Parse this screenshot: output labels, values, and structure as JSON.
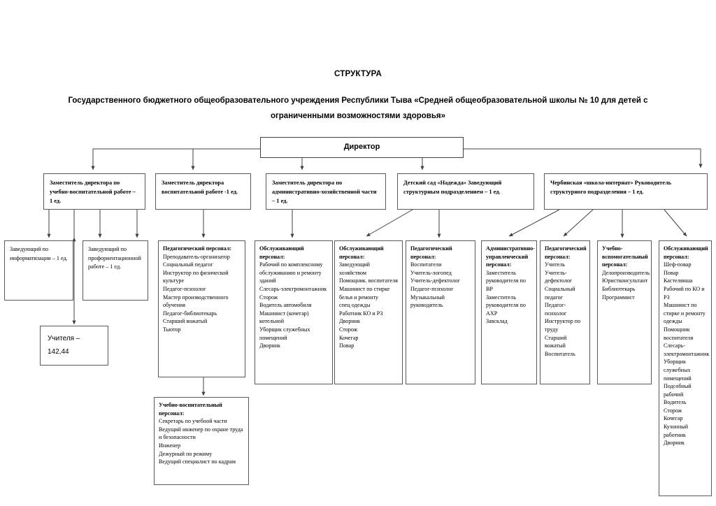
{
  "document": {
    "title_label": "СТРУКТУРА",
    "subtitle_label": "Государственного бюджетного общеобразовательного учреждения Республики Тыва «Средней общеобразовательной школы № 10 для детей с ограниченными возможностями здоровья»"
  },
  "colors": {
    "box_border": "#595959",
    "line": "#404040",
    "background": "#ffffff",
    "text": "#000000"
  },
  "chart_data": {
    "type": "diagram",
    "title": "СТРУКТУРА",
    "subtitle": "Государственного бюджетного общеобразовательного учреждения Республики Тыва «Средней общеобразовательной школы № 10 для детей с ограниченными возможностями здоровья»",
    "root": {
      "label": "Директор"
    },
    "level2": [
      {
        "label": "Заместитель директора по учебно-воспитательной работе – 1 ед."
      },
      {
        "label": "Заместитель директора воспитательной работе -1 ед."
      },
      {
        "label": "Заместитель директора по административно-хозяйственной части – 1 ед."
      },
      {
        "label": "Детский сад «Надежда» Заведующий структурным подразделением – 1 ед."
      },
      {
        "label": "Чербинская «школа-интернат» Руководитель структурного подразделения – 1 ед."
      }
    ],
    "level3": [
      {
        "label": "Заведующий по информатизации – 1 ед."
      },
      {
        "label": "Заведующий по профориентационной работе – 1 ед."
      },
      {
        "label": "Учителя – 142,44"
      }
    ]
  },
  "boxes": {
    "director": {
      "label": "Директор"
    },
    "deputy_academic": {
      "label": "Заместитель директора по учебно-воспитательной работе – 1 ед."
    },
    "deputy_upbringing": {
      "label": "Заместитель директора воспитательной работе -1 ед."
    },
    "deputy_admin": {
      "label": "Заместитель директора по административно-хозяйственной части – 1 ед."
    },
    "kindergarten": {
      "label": "Детский сад «Надежда» Заведующий структурным подразделением – 1 ед."
    },
    "boarding_school": {
      "label": "Чербинская «школа-интернат» Руководитель структурного подразделения – 1 ед."
    },
    "head_informatization": {
      "label": "Заведующий по информатизации – 1 ед."
    },
    "head_career": {
      "label": "Заведующий по профориентационной работе – 1 ед."
    },
    "teachers": {
      "label": "Учителя – 142,44"
    },
    "pedagogical_staff_1": {
      "header": "Педагогический персонал:",
      "items": [
        "Преподаватель-организатор",
        "Социальный педагог",
        "Инструктор по физической культуре",
        "Педагог-психолог",
        "Мастер производственного обучения",
        "Педагог-библиотекарь",
        "Старший вожатый",
        "Тьютор"
      ]
    },
    "educational_support_staff": {
      "header": "Учебно-воспитательный персонал:",
      "items": [
        "Секретарь по учебной части",
        "Ведущий инженер по охране труда и безопасности",
        "Инженер",
        "Дежурный по режиму",
        "Ведущий специалист по кадрам"
      ]
    },
    "service_staff_school": {
      "header": "Обслуживающий персонал:",
      "items": [
        "Рабочий по комплексному обслуживанию и ремонту зданий",
        "Слесарь-электромонтажник",
        "Сторож",
        "Водитель автомобиля",
        "Машинист (кочегар) котельной",
        "Уборщик служебных помещений",
        "Дворник"
      ]
    },
    "service_staff_kindergarten": {
      "header": "Обслуживающий персонал:",
      "items": [
        "Заведующий хозяйством",
        "Помощник. воспитателя",
        "Машинист по стирке белья и ремонту",
        "спец одежды",
        "Работник КО и РЗ",
        "Дворник",
        "Сторож",
        "Кочегар",
        "Повар"
      ]
    },
    "pedagogical_staff_kindergarten": {
      "header": "Педагогический персонал:",
      "items": [
        "Воспитатели",
        "Учитель-логопед",
        "Учитель-дефектолог",
        "Педагог-психолог",
        "Музыкальный руководитель"
      ]
    },
    "administrative_staff": {
      "header": "Административно-управленческий персонал:",
      "items": [
        "Заместитель руководителя по ВР",
        "Заместитель руководителя по АХР",
        "Завсклад"
      ]
    },
    "pedagogical_staff_boarding": {
      "header": "Педагогический персонал:",
      "items": [
        "Учитель",
        "Учитель-дефектолог",
        "Социальный педагог",
        "Педагог-психолог",
        "Инструктор по труду",
        "Старший вожатый",
        "Воспитатель"
      ]
    },
    "teaching_auxiliary_staff": {
      "header": "Учебно-вспомогательный персонал:",
      "items": [
        "Делопроизводитель",
        "Юристконсультант",
        "Библиотекарь",
        "Программист"
      ]
    },
    "service_staff_boarding": {
      "header": "Обслуживающий персонал:",
      "items": [
        "Шеф-повар",
        "Повар",
        "Кастелянша",
        "Рабочий по КО и РЗ",
        "Машинист по стирке и ремонту одежды",
        "Помощник воспитателя",
        "Слесарь-электромонтажник",
        "Уборщик служебных помещений",
        "Подсобный рабочий",
        "Водитель",
        "Сторож",
        "Кочегар",
        "Кухонный работник",
        "Дворник"
      ]
    }
  }
}
